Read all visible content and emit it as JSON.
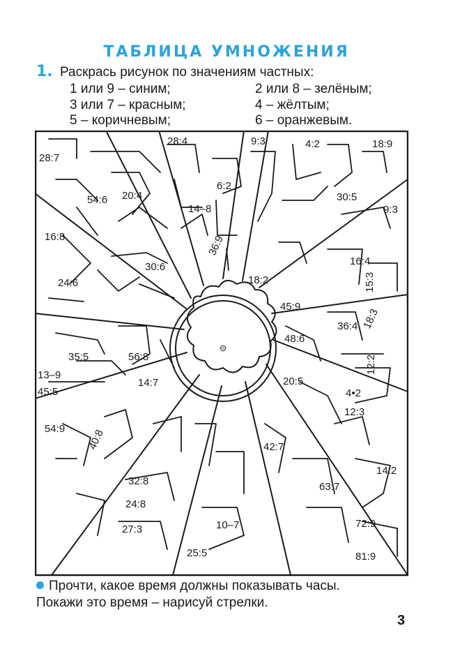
{
  "header": {
    "title": "ТАБЛИЦА УМНОЖЕНИЯ"
  },
  "task": {
    "number": "1.",
    "intro": "Раскрась рисунок по значениям частных:",
    "rules": [
      "1 или 9 – синим;",
      "2 или 8 – зелёным;",
      "3 или 7 – красным;",
      "4 – жёлтым;",
      "5 – коричневым;",
      "6 – оранжевым."
    ]
  },
  "picture": {
    "cells": [
      "28:7",
      "28:4",
      "9:3",
      "4:2",
      "18:9",
      "54:6",
      "20:4",
      "6:2",
      "14–8",
      "30:5",
      "9:3",
      "16:8",
      "36:9",
      "16:4",
      "15:3",
      "30:6",
      "18:2",
      "24:6",
      "45:9",
      "36:4",
      "18:3",
      "48:6",
      "35:5",
      "56:8",
      "12:2",
      "13–9",
      "14:7",
      "20:5",
      "45:5",
      "4•2",
      "12:3",
      "54:9",
      "40:8",
      "42:7",
      "14:2",
      "32:8",
      "63:7",
      "24:8",
      "10–7",
      "72:9",
      "27:3",
      "25:5",
      "81:9"
    ]
  },
  "footer": {
    "line1": "Прочти, какое время должны показывать часы.",
    "line2": "Покажи это время – нарисуй стрелки."
  },
  "page_number": "3",
  "colors": {
    "accent": "#2aa4dc",
    "ink": "#1a1a1a"
  }
}
